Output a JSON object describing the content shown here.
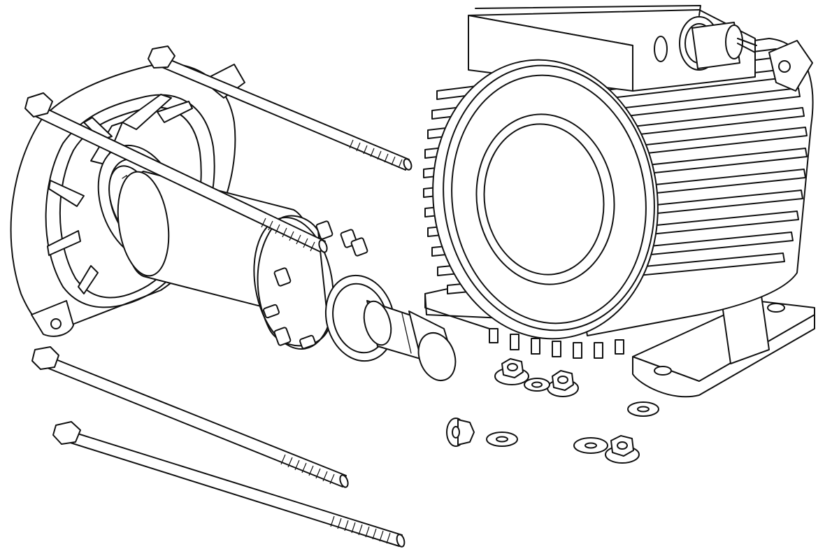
{
  "figure": {
    "title": "",
    "style": "black line-art on white",
    "colors": {
      "stroke": "#111111",
      "fill": "#ffffff"
    }
  },
  "components": [
    {
      "id": "rear-end-shield-with-fan",
      "count": 1
    },
    {
      "id": "rotor-with-shaft",
      "count": 1
    },
    {
      "id": "long-tie-rod-bolt",
      "count": 4
    },
    {
      "id": "motor-housing-with-cooling-fins",
      "count": 1
    },
    {
      "id": "terminal-box",
      "count": 1
    },
    {
      "id": "mounting-foot",
      "count": 2
    },
    {
      "id": "flange-nut",
      "count": 4
    },
    {
      "id": "flat-washer",
      "count": 5
    }
  ]
}
